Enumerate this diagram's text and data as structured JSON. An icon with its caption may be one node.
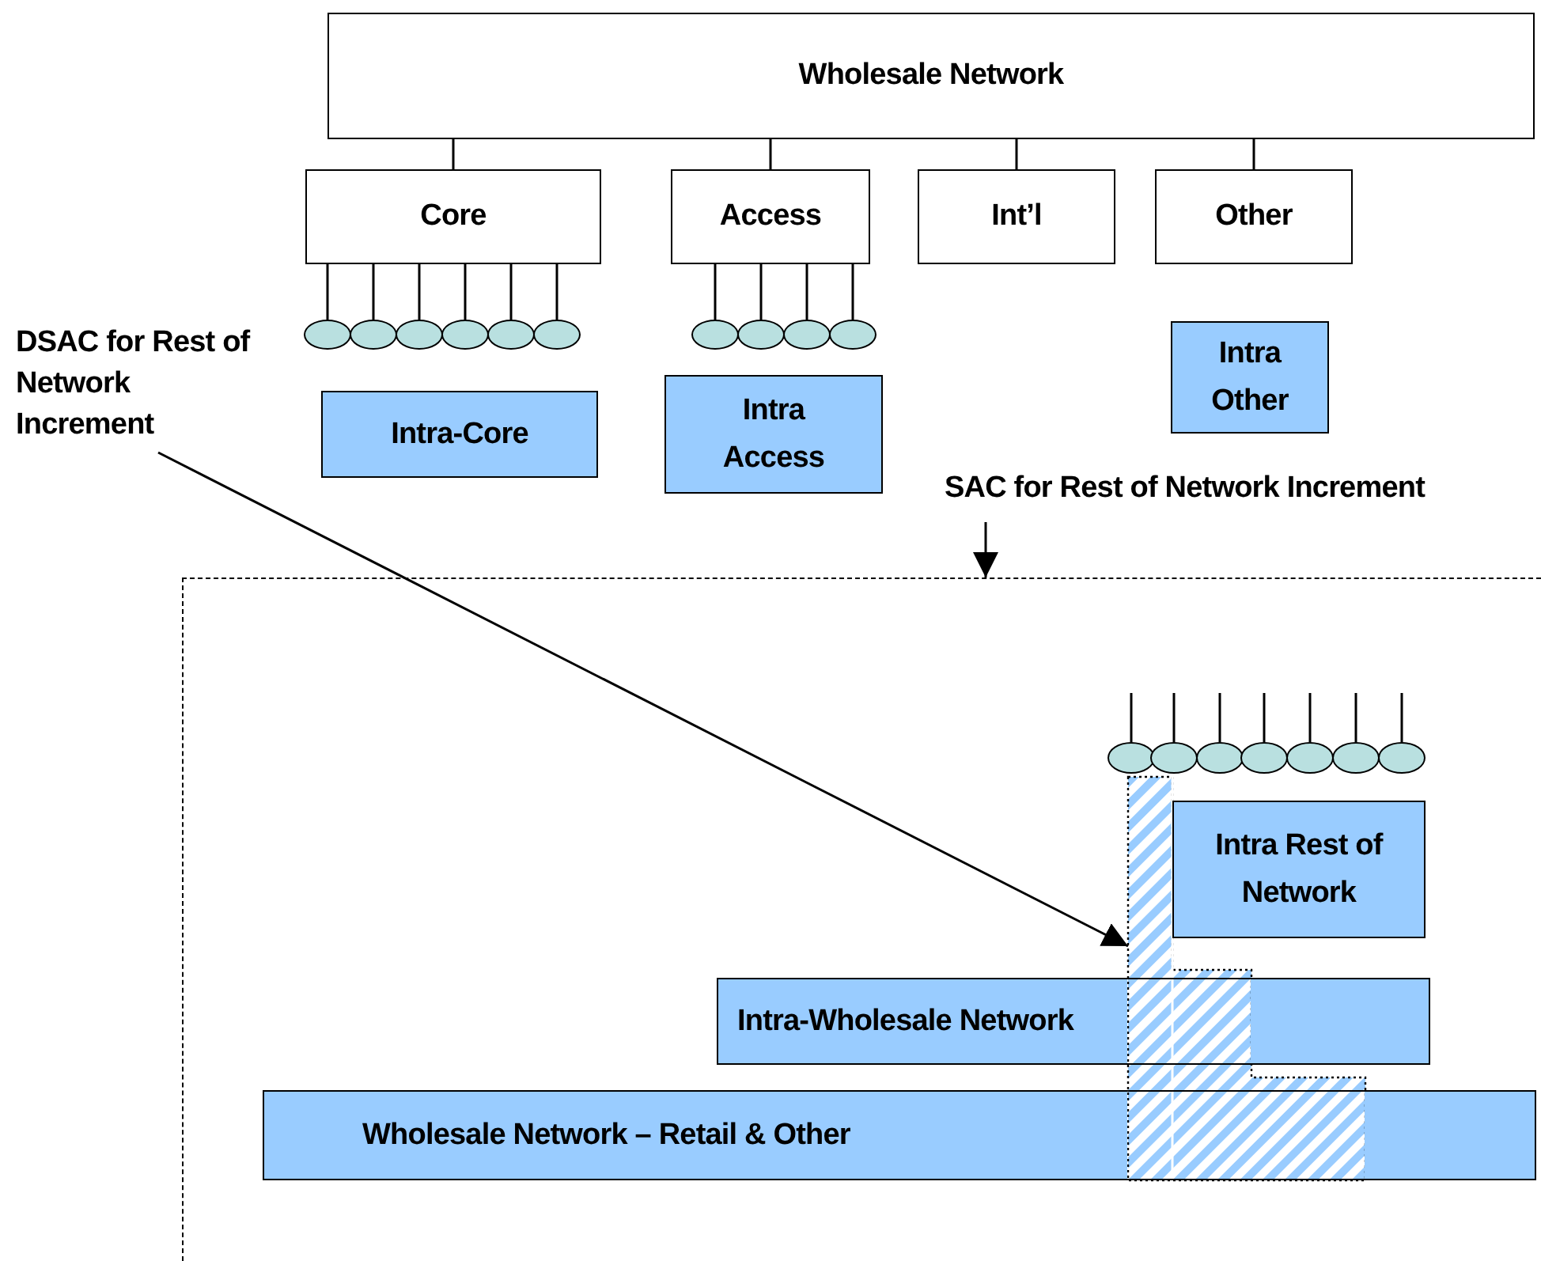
{
  "diagram": {
    "nodes": [
      {
        "text": [
          "Wholesale Network"
        ]
      },
      {
        "text": [
          "Core"
        ]
      },
      {
        "text": [
          "Access"
        ]
      },
      {
        "text": [
          "Int’l"
        ]
      },
      {
        "text": [
          "Other"
        ]
      },
      {
        "text": [],
        "shape": "circle"
      },
      {
        "text": [],
        "shape": "circle"
      },
      {
        "text": [],
        "shape": "circle"
      },
      {
        "text": [],
        "shape": "circle"
      },
      {
        "text": [],
        "shape": "circle"
      },
      {
        "text": [],
        "shape": "circle"
      },
      {
        "text": [],
        "shape": "circle"
      },
      {
        "text": [],
        "shape": "circle"
      },
      {
        "text": [],
        "shape": "circle"
      },
      {
        "text": [],
        "shape": "circle"
      },
      {
        "text": [
          "Intra-Core"
        ]
      },
      {
        "text": [
          "Intra Access"
        ]
      },
      {
        "text": [
          "Intra Other"
        ]
      },
      {
        "text": [
          "DSAC for Rest of Network Increment"
        ]
      },
      {
        "text": [
          "SAC for Rest of Network Increment"
        ]
      },
      {
        "text": [],
        "shape": "box"
      },
      {
        "text": [],
        "shape": "circle",
        "in": 20
      },
      {
        "text": [],
        "shape": "circle",
        "in": 20
      },
      {
        "text": [],
        "shape": "circle",
        "in": 20
      },
      {
        "text": [],
        "shape": "circle",
        "in": 20
      },
      {
        "text": [],
        "shape": "circle",
        "in": 20
      },
      {
        "text": [],
        "shape": "circle",
        "in": 20
      },
      {
        "text": [],
        "shape": "circle",
        "in": 20
      },
      {
        "text": [],
        "shape": "box",
        "in": 20
      },
      {
        "text": [
          "Intra Rest of Network"
        ],
        "in": 20
      },
      {
        "text": [
          "Intra-Wholesale Network"
        ],
        "in": 20
      },
      {
        "text": [
          "Wholesale Network – Retail & Other"
        ],
        "in": 20
      }
    ],
    "edges": [
      {
        "from": 0,
        "to": 1,
        "arrow": "none"
      },
      {
        "from": 0,
        "to": 2,
        "arrow": "none"
      },
      {
        "from": 0,
        "to": 3,
        "arrow": "none"
      },
      {
        "from": 0,
        "to": 4,
        "arrow": "none"
      },
      {
        "from": 1,
        "to": 5,
        "arrow": "none"
      },
      {
        "from": 1,
        "to": 6,
        "arrow": "none"
      },
      {
        "from": 1,
        "to": 7,
        "arrow": "none"
      },
      {
        "from": 1,
        "to": 8,
        "arrow": "none"
      },
      {
        "from": 1,
        "to": 9,
        "arrow": "none"
      },
      {
        "from": 1,
        "to": 10,
        "arrow": "none"
      },
      {
        "from": 2,
        "to": 11,
        "arrow": "none"
      },
      {
        "from": 2,
        "to": 12,
        "arrow": "none"
      },
      {
        "from": 2,
        "to": 13,
        "arrow": "none"
      },
      {
        "from": 2,
        "to": 14,
        "arrow": "none"
      },
      {
        "from": null,
        "to": 21,
        "arrow": "none"
      },
      {
        "from": null,
        "to": 22,
        "arrow": "none"
      },
      {
        "from": null,
        "to": 23,
        "arrow": "none"
      },
      {
        "from": null,
        "to": 24,
        "arrow": "none"
      },
      {
        "from": null,
        "to": 25,
        "arrow": "none"
      },
      {
        "from": null,
        "to": 26,
        "arrow": "none"
      },
      {
        "from": null,
        "to": 27,
        "arrow": "none"
      },
      {
        "from": 18,
        "to": 28,
        "arrow": "to"
      },
      {
        "from": 19,
        "to": 20,
        "arrow": "to"
      }
    ]
  }
}
